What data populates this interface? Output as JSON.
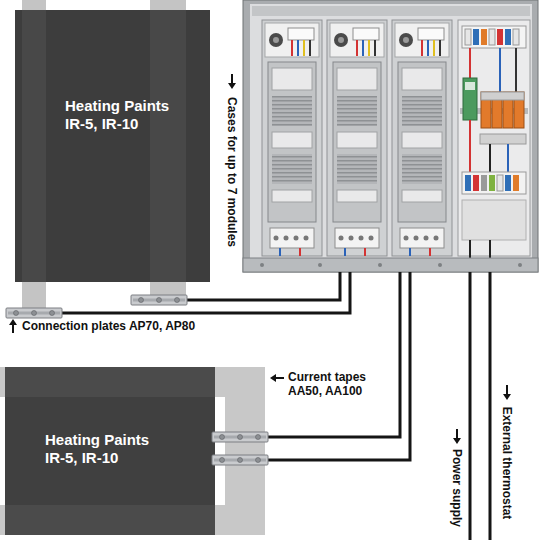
{
  "diagram": {
    "nodes": [
      {
        "text": [
          "Heating Paints IR-5, IR-10"
        ]
      },
      {
        "text": [
          "Cases for up to 7 modules"
        ]
      },
      {
        "text": [
          "Heating Paints IR-5, IR-10"
        ]
      }
    ],
    "edges": [
      {
        "from": 0,
        "to": 1,
        "arrow": "none"
      },
      {
        "from": 0,
        "to": 1,
        "arrow": "none"
      },
      {
        "from": 2,
        "to": 1,
        "arrow": "none"
      },
      {
        "from": 2,
        "to": 1,
        "arrow": "none"
      }
    ],
    "labels": [
      "Connection plates AP70, AP80",
      "Current tapes AA50, AA100",
      "Power supply",
      "External thermostat"
    ]
  }
}
